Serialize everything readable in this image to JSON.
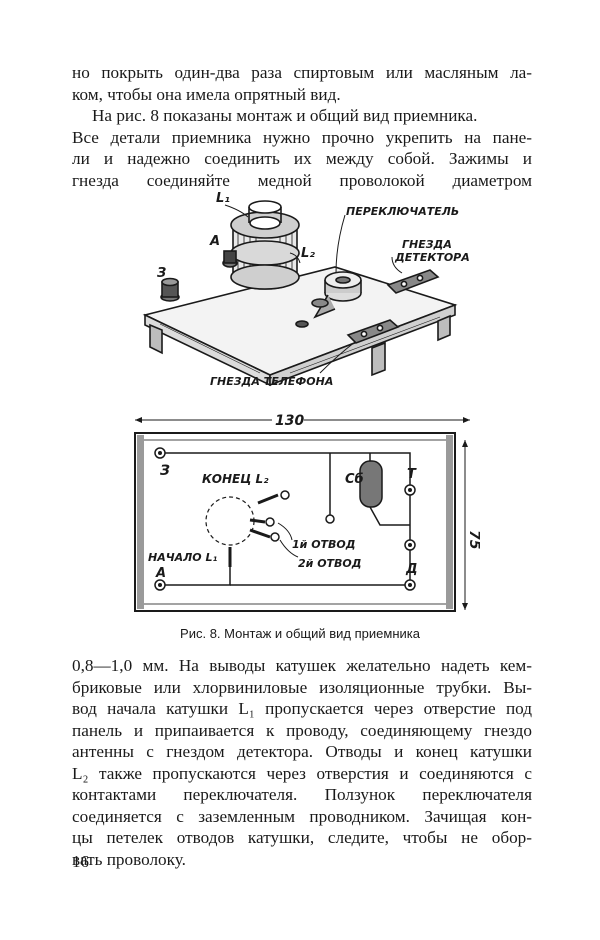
{
  "page": {
    "paragraph1_lines": [
      "но покрыть один-два раза спиртовым или масляным ла-",
      "ком, чтобы она имела опрятный вид."
    ],
    "paragraph2_lines": [
      "На рис. 8 показаны монтаж и общий вид приемника.",
      "Все детали приемника нужно прочно укрепить на пане-",
      "ли и надежно соединить их между собой. Зажимы и",
      "гнезда соединяйте медной проволокой диаметром"
    ],
    "paragraph3_lines": [
      "0,8—1,0 мм. На выводы катушек желательно надеть кем-",
      "бриковые или хлорвиниловые изоляционные трубки. Вы-",
      "вод начала катушки L₁ пропускается через отверстие под",
      "панель и припаивается к проводу, соединяющему гнездо",
      "антенны с гнездом детектора. Отводы и конец катушки",
      "L₂ также пропускаются через отверстия и соединяются с",
      "контактами переключателя. Ползунок переключателя",
      "соединяется с заземленным проводником. Зачищая кон-",
      "цы петелек отводов катушки, следите, чтобы не обор-",
      "вать проволоку."
    ],
    "page_number": "16"
  },
  "figure": {
    "top_labels": {
      "l1": "L₁",
      "l2": "L₂",
      "a": "А",
      "z": "З",
      "switch": "ПЕРЕКЛЮЧАТЕЛЬ",
      "detector_sockets_1": "ГНЕЗДА",
      "detector_sockets_2": "ДЕТЕКТОРА",
      "phone_sockets": "ГНЕЗДА ТЕЛЕФОНА"
    },
    "bottom_labels": {
      "width_dim": "130",
      "height_dim": "75",
      "z": "З",
      "end_l2": "КОНЕЦ L₂",
      "cb": "Сб",
      "t": "Т",
      "tap1": "1й ОТВОД",
      "tap2": "2й ОТВОД",
      "start_l1": "НАЧАЛО L₁",
      "a": "А",
      "d": "Д"
    },
    "caption": "Рис. 8. Монтаж и общий вид приемника"
  }
}
